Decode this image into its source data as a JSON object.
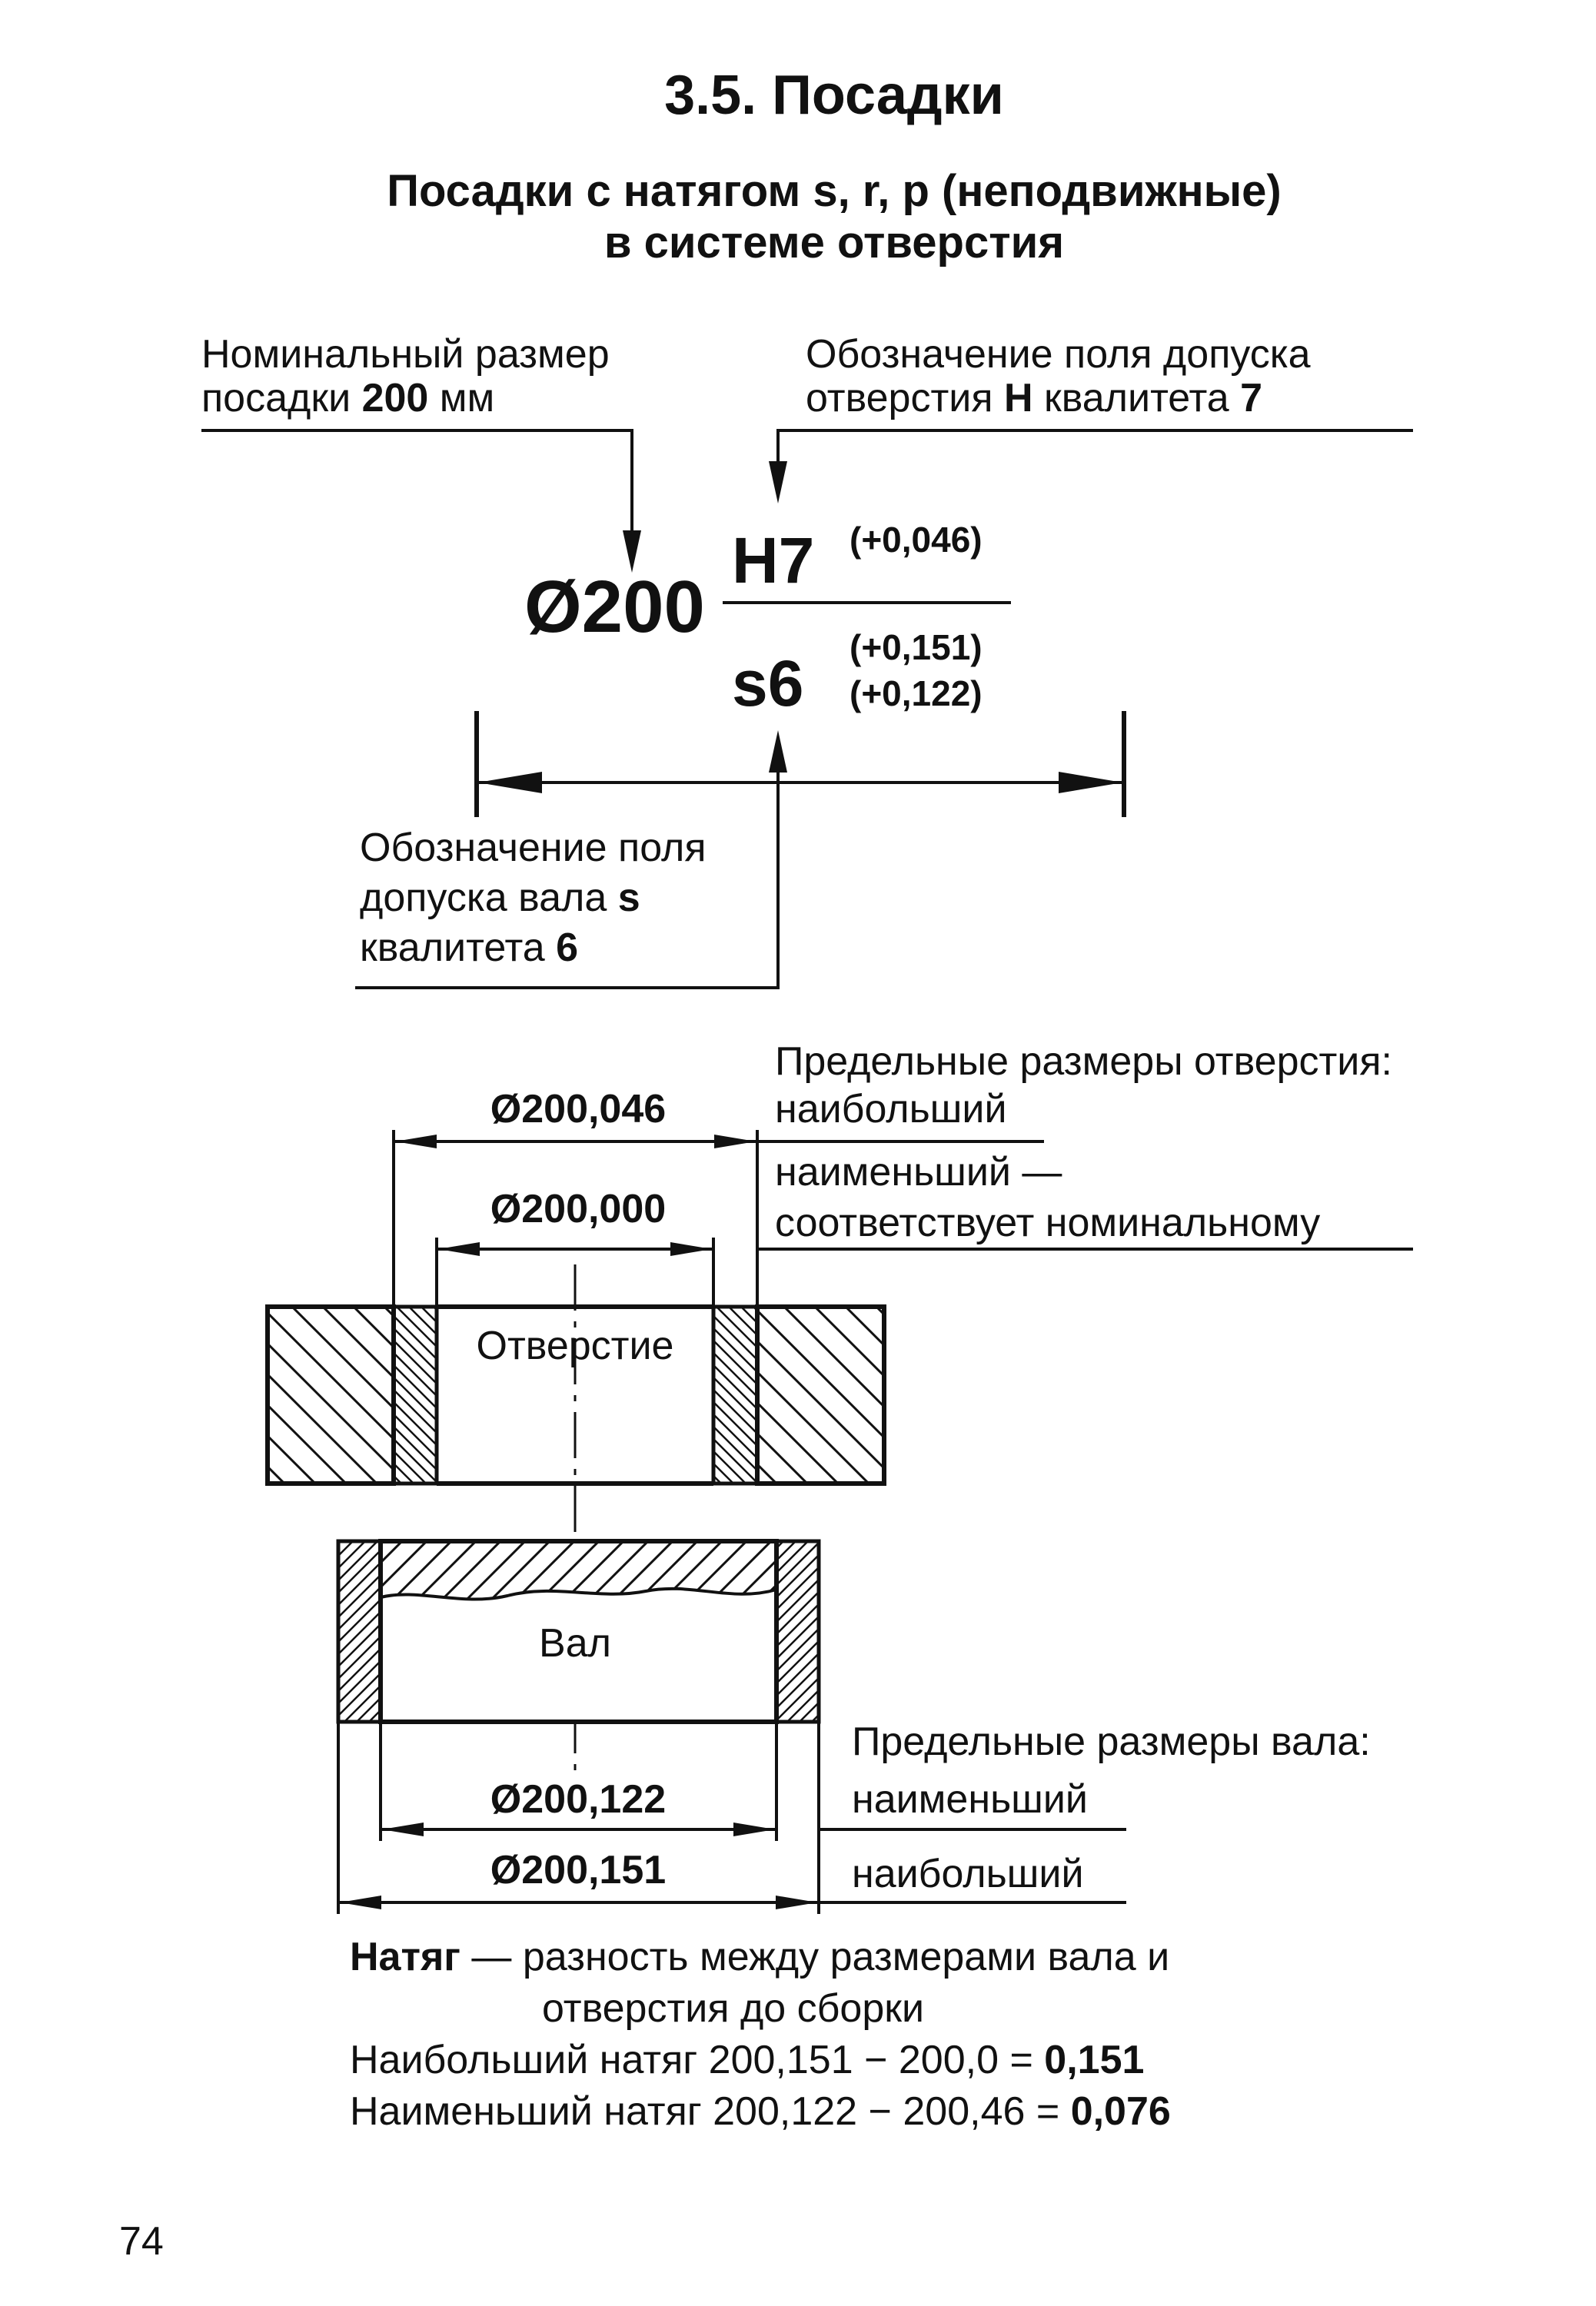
{
  "header": {
    "section_title": "3.5. Посадки",
    "subtitle_line1": "Посадки с натягом s, r, p (неподвижные)",
    "subtitle_line2": "в системе отверстия"
  },
  "fit_designation": {
    "nominal_note_line1": "Номинальный размер",
    "nominal_note_line2_prefix": "посадки ",
    "nominal_note_line2_value": "200",
    "nominal_note_line2_unit": " мм",
    "hole_note_line1": "Обозначение поля допуска",
    "hole_note_line2_prefix": "отверстия ",
    "hole_note_line2_letter": "H",
    "hole_note_line2_mid": " квалитета ",
    "hole_note_line2_grade": "7",
    "nominal": "Ø200",
    "hole_field": "H7",
    "hole_upper_deviation": "(+0,046)",
    "shaft_field": "s6",
    "shaft_upper_deviation": "(+0,151)",
    "shaft_lower_deviation": "(+0,122)",
    "shaft_note_line1": "Обозначение поля",
    "shaft_note_line2_prefix": "допуска вала ",
    "shaft_note_line2_letter": "s",
    "shaft_note_line3_prefix": "квалитета ",
    "shaft_note_line3_grade": "6"
  },
  "hole_drawing": {
    "dim_max": "Ø200,046",
    "dim_min": "Ø200,000",
    "limits_title": "Предельные размеры отверстия:",
    "limit_max": "наибольший",
    "limit_min_line1": "наименьший —",
    "limit_min_line2": "соответствует номинальному",
    "label": "Отверстие"
  },
  "shaft_drawing": {
    "label": "Вал",
    "limits_title": "Предельные размеры вала:",
    "dim_min": "Ø200,122",
    "limit_min": "наименьший",
    "dim_max": "Ø200,151",
    "limit_max": "наибольший"
  },
  "interference": {
    "term": "Натяг",
    "definition_line1": " — разность между размерами вала и",
    "definition_line2": "отверстия до сборки",
    "max_label": "Наибольший натяг 200,151 − 200,0 = ",
    "max_value": "0,151",
    "min_label": "Наименьший натяг 200,122 − 200,46 = ",
    "min_value": "0,076"
  },
  "footer": {
    "page_number": "74"
  }
}
